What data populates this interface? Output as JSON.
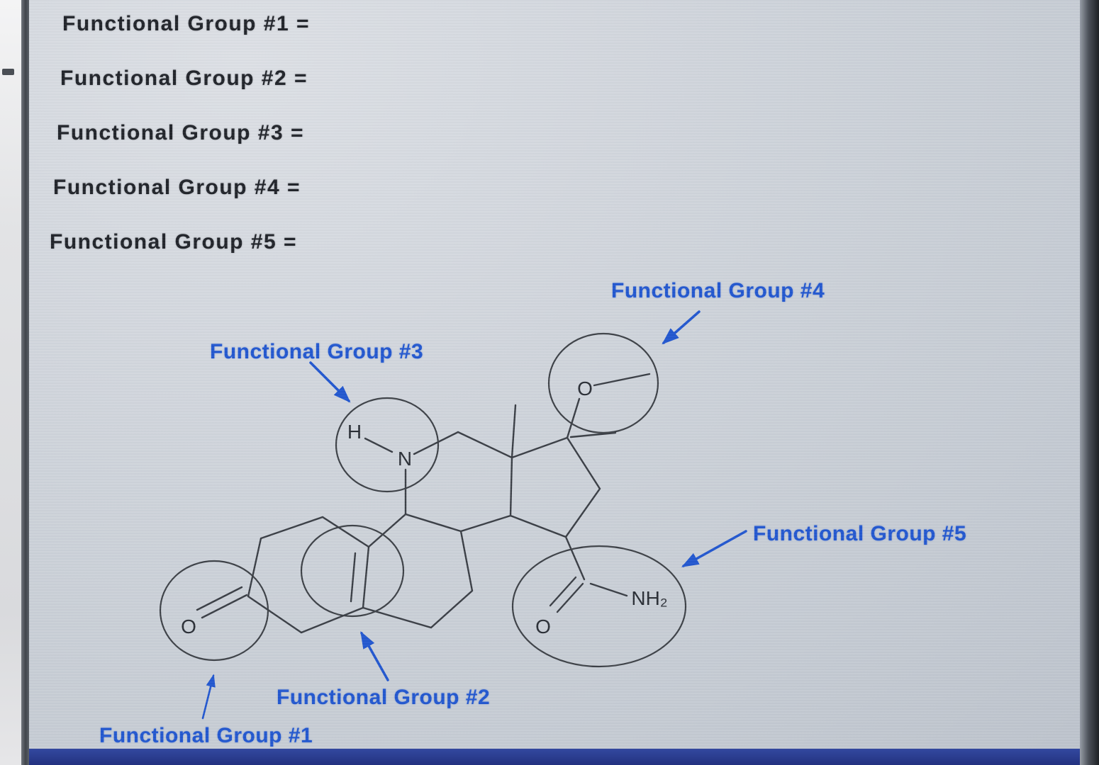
{
  "questions": [
    "Functional Group #1 =",
    "Functional Group #2 =",
    "Functional Group #3 =",
    "Functional Group #4 =",
    "Functional Group #5 ="
  ],
  "callouts": {
    "fg1": "Functional Group #1",
    "fg2": "Functional Group #2",
    "fg3": "Functional Group #3",
    "fg4": "Functional Group #4",
    "fg5": "Functional Group #5"
  },
  "molecule": {
    "atoms": {
      "ketone_o": "O",
      "amine_h": "H",
      "amine_n": "N",
      "ether_o": "O",
      "amide_o": "O",
      "amide_nh2": "NH₂"
    }
  },
  "colors": {
    "callout_blue": "#2257cf",
    "question_ink": "#21242a",
    "structure_ink": "#3a3e45",
    "bottom_bar_navy": "#2b3c95"
  }
}
